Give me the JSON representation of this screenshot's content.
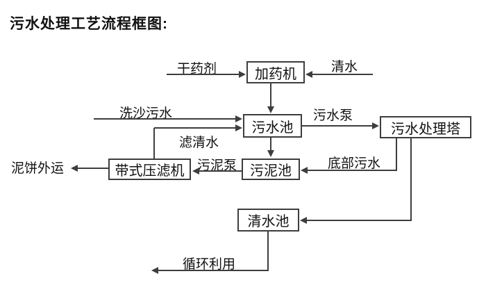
{
  "title": "污水处理工艺流程框图:",
  "nodes": {
    "dosing_machine": "加药机",
    "sewage_pool": "污水池",
    "treatment_tower": "污水处理塔",
    "sludge_pool": "污泥池",
    "belt_filter_press": "带式压滤机",
    "clean_water_pool": "清水池"
  },
  "edge_labels": {
    "dry_agent": "干药剂",
    "clean_water": "清水",
    "sand_washing_sewage": "洗沙污水",
    "filtered_water": "滤清水",
    "sewage_pump": "污水泵",
    "sludge_pump": "污泥泵",
    "bottom_sewage": "底部污水",
    "mud_cake_out": "泥饼外运",
    "recycle": "循环利用"
  },
  "colors": {
    "line": "#3d3d3d",
    "text": "#111111",
    "background": "#ffffff"
  }
}
